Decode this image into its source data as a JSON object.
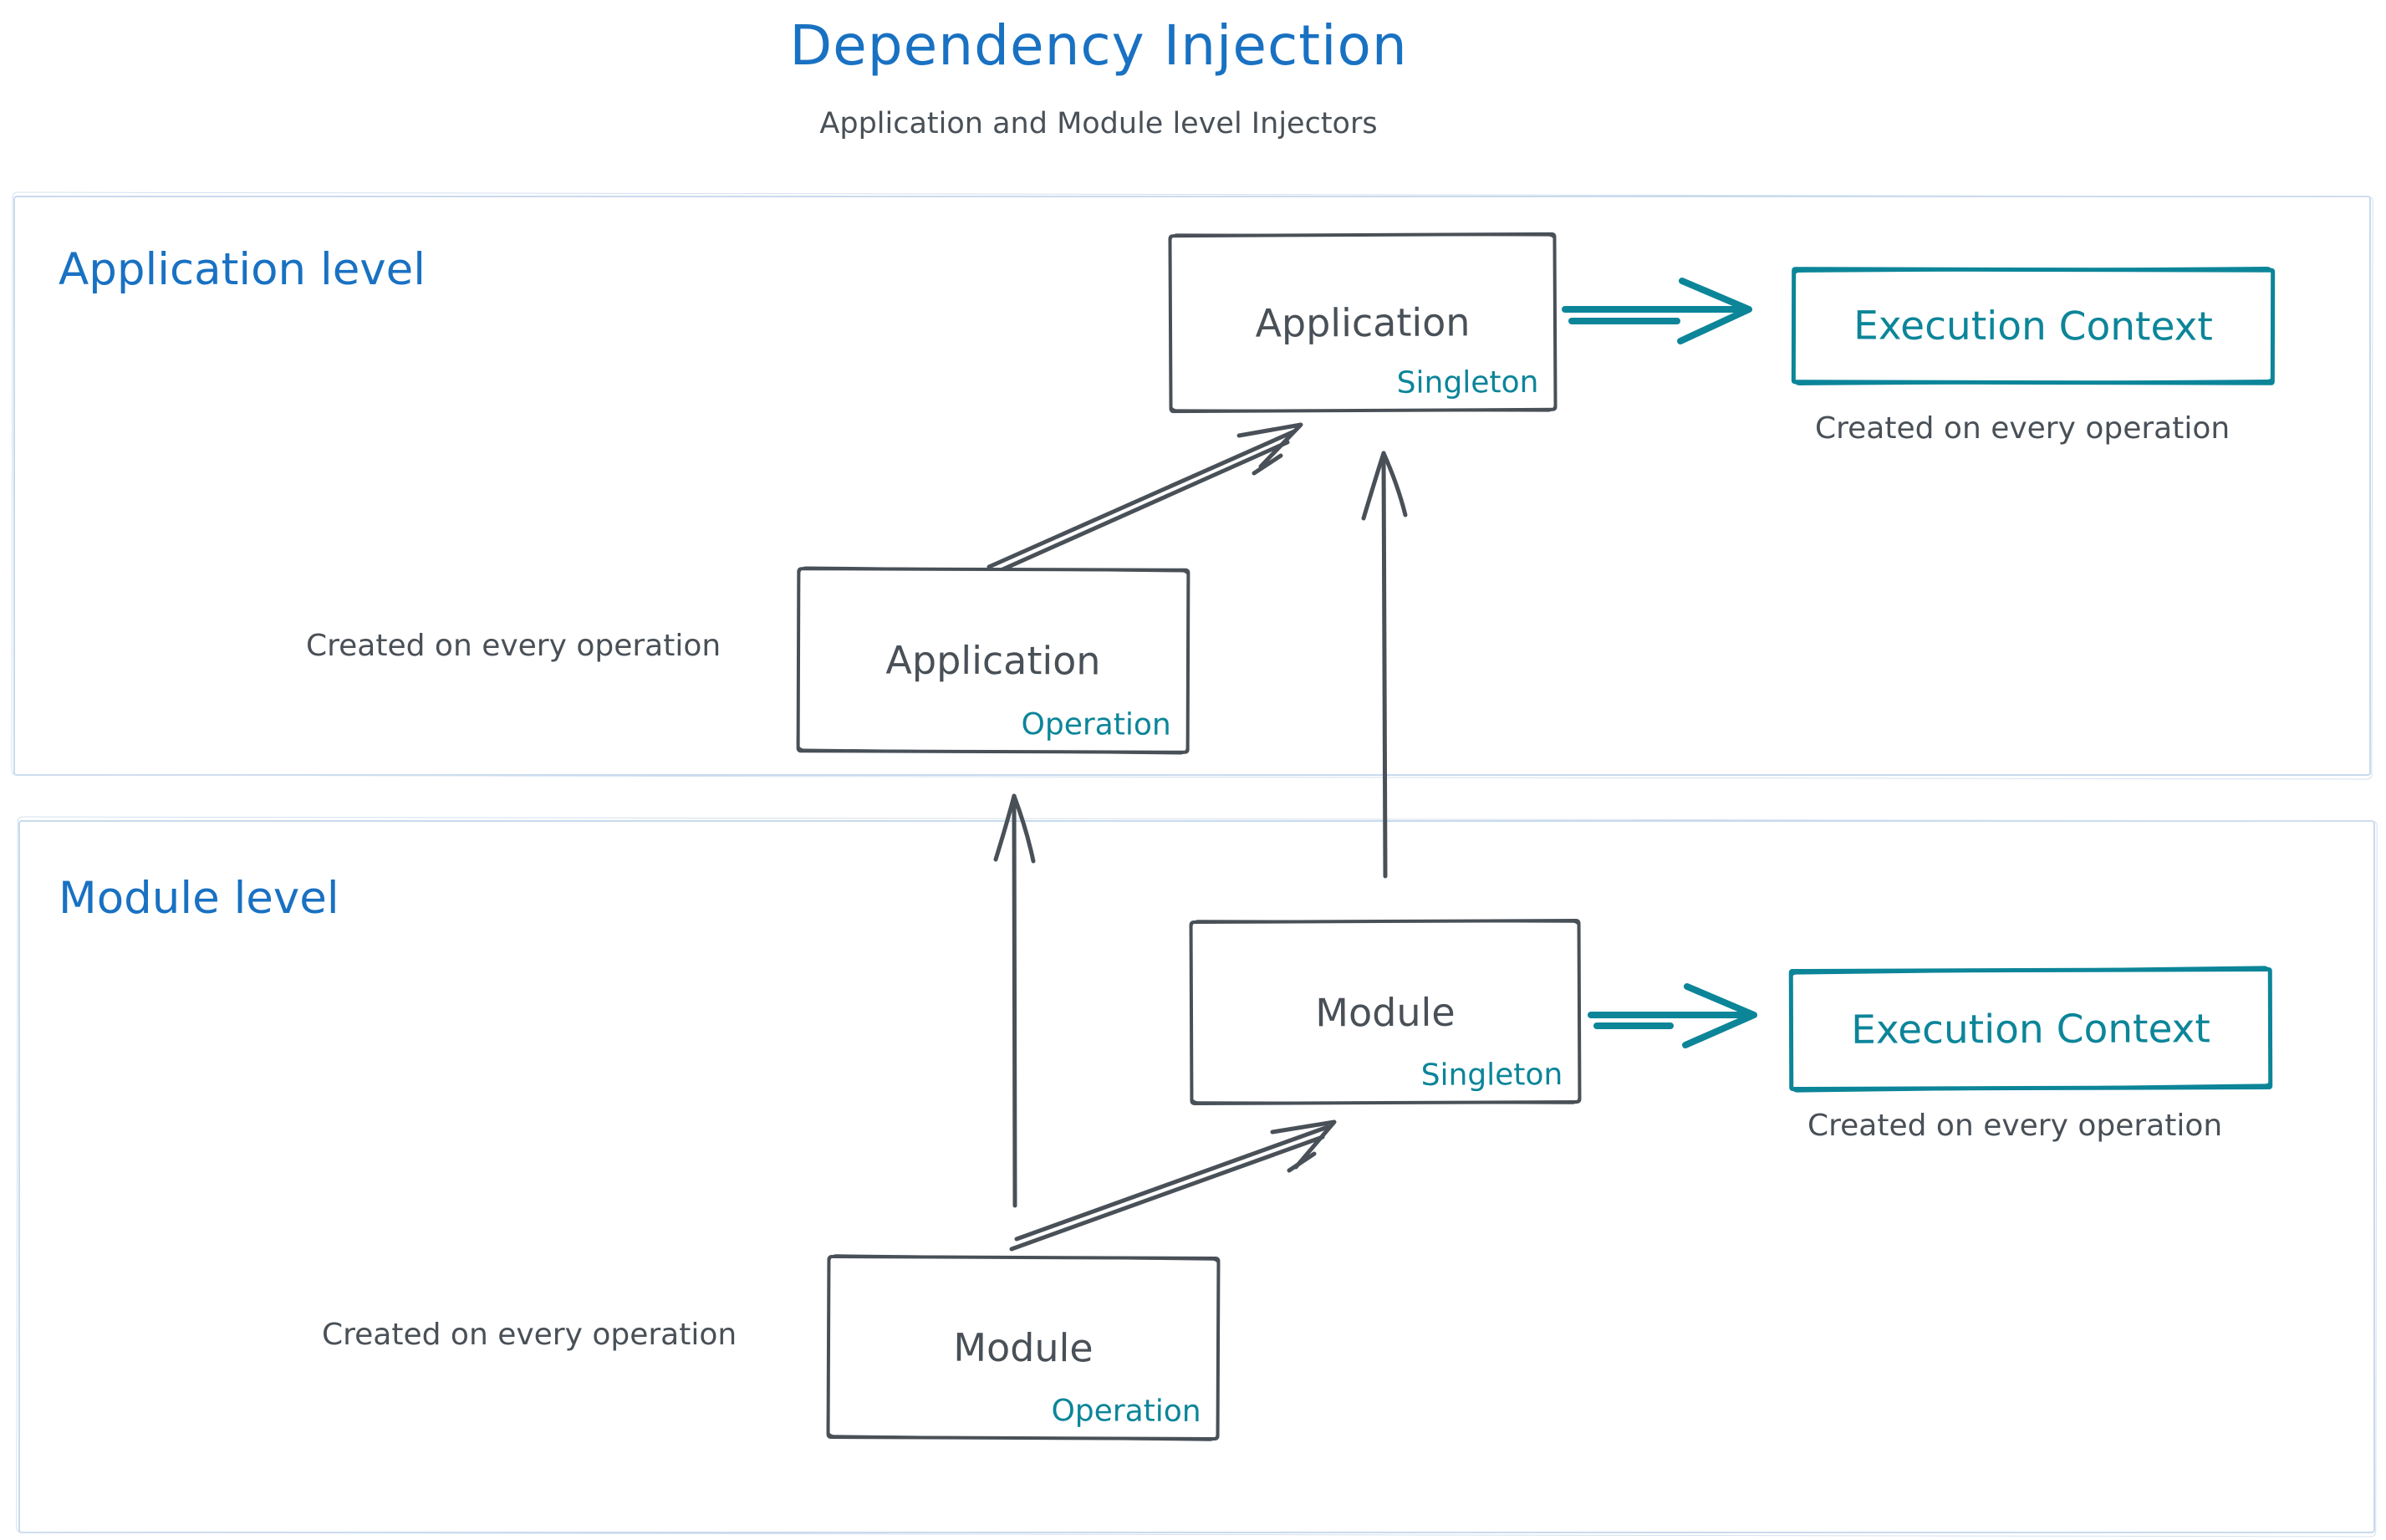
{
  "title": {
    "text": "Dependency Injection",
    "subtitle": "Application and Module level Injectors"
  },
  "colors": {
    "heading_blue": "#1971c2",
    "teal_accent": "#0c8599",
    "dark_gray": "#495057",
    "container_border_blue": "#c9daed",
    "background": "#ffffff"
  },
  "sections": {
    "application": {
      "label": "Application level",
      "singleton": {
        "name": "Application",
        "scope": "Singleton"
      },
      "operation": {
        "name": "Application",
        "scope": "Operation"
      },
      "execution_context": {
        "label": "Execution Context"
      },
      "exec_note": "Created on every operation",
      "operation_note": "Created on every operation"
    },
    "module": {
      "label": "Module level",
      "singleton": {
        "name": "Module",
        "scope": "Singleton"
      },
      "operation": {
        "name": "Module",
        "scope": "Operation"
      },
      "execution_context": {
        "label": "Execution Context"
      },
      "exec_note": "Created on every operation",
      "operation_note": "Created on every operation"
    }
  }
}
